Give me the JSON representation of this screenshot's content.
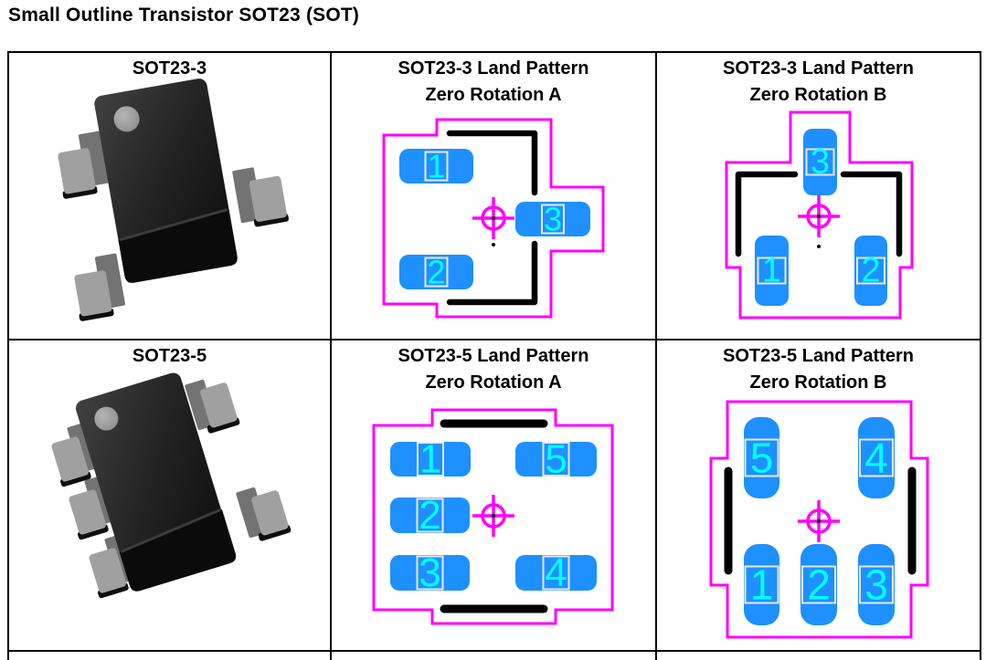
{
  "page": {
    "title": "Small Outline Transistor SOT23 (SOT)"
  },
  "colors": {
    "pad_blue": "#1E90FF",
    "pad_number_cyan": "#00FFFF",
    "pad_box_stroke": "#E8E8E8",
    "outline_magenta": "#FF00FF",
    "marker_black": "#000000",
    "table_border": "#000000",
    "lead_gray": "#A0A0A0"
  },
  "cells": {
    "sot23_3_photo": {
      "title": "SOT23-3"
    },
    "sot23_3_a": {
      "title_line1": "SOT23-3 Land Pattern",
      "title_line2": "Zero Rotation A",
      "pads": {
        "p1": "1",
        "p2": "2",
        "p3": "3"
      }
    },
    "sot23_3_b": {
      "title_line1": "SOT23-3 Land Pattern",
      "title_line2": "Zero Rotation B",
      "pads": {
        "p1": "1",
        "p2": "2",
        "p3": "3"
      }
    },
    "sot23_5_photo": {
      "title": "SOT23-5"
    },
    "sot23_5_a": {
      "title_line1": "SOT23-5 Land Pattern",
      "title_line2": "Zero Rotation A",
      "pads": {
        "p1": "1",
        "p2": "2",
        "p3": "3",
        "p4": "4",
        "p5": "5"
      }
    },
    "sot23_5_b": {
      "title_line1": "SOT23-5 Land Pattern",
      "title_line2": "Zero Rotation B",
      "pads": {
        "p1": "1",
        "p2": "2",
        "p3": "3",
        "p4": "4",
        "p5": "5"
      }
    }
  }
}
